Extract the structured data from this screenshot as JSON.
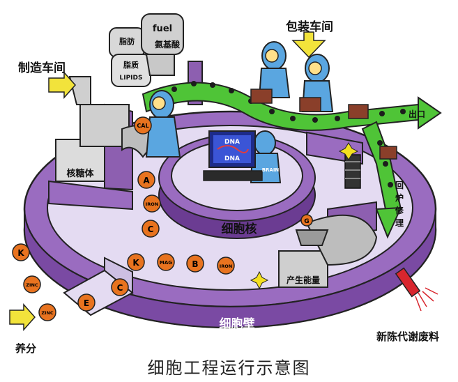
{
  "caption": "细胞工程运行示意图",
  "labels": {
    "manufacturing": "制造车间",
    "packaging": "包装车间",
    "ribosome": "核糖体",
    "nucleus": "细胞核",
    "cell_wall": "细胞壁",
    "energy": "产生能量",
    "exit": "出口",
    "recycle_1": "回",
    "recycle_2": "炉",
    "recycle_3": "修",
    "recycle_4": "理",
    "waste": "新陈代谢废料",
    "nutrients": "养分",
    "fat": "脂肪",
    "fuel": "fuel",
    "lipid": "脂质",
    "lipids": "LIPIDS",
    "amino": "氨基酸",
    "dna1": "DNA",
    "dna2": "DNA",
    "brain": "BRAIN"
  },
  "nutrient_balls": {
    "cal": "CAL",
    "a": "A",
    "iron1": "IRON",
    "c1": "C",
    "k1": "K",
    "mag": "MAG",
    "b": "B",
    "iron2": "IRON",
    "k2": "K",
    "zinc1": "ZINC",
    "zinc2": "ZINC",
    "e": "E",
    "c2": "C",
    "g": "G"
  },
  "colors": {
    "wall": "#8d5fb0",
    "wall_dark": "#5f3486",
    "floor": "#ddd3ee",
    "conveyor": "#4fc437",
    "nutrient": "#e8731f",
    "worker": "#5aa6e0",
    "arrow": "#f2e33b"
  }
}
